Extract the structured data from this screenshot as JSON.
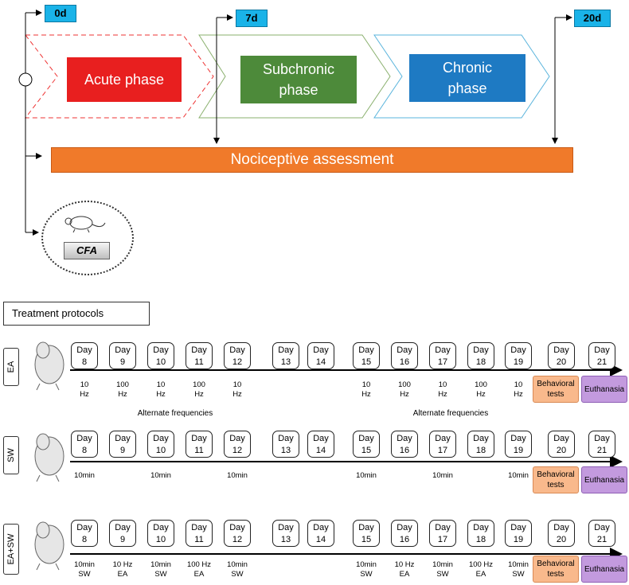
{
  "markers": {
    "start": "0d",
    "mid": "7d",
    "end": "20d"
  },
  "phases": {
    "acute": "Acute phase",
    "subchronic": "Subchronic phase",
    "chronic": "Chronic phase"
  },
  "nociceptive": "Nociceptive assessment",
  "cfa": "CFA",
  "treatment_title": "Treatment protocols",
  "day_word": "Day",
  "days": [
    "8",
    "9",
    "10",
    "11",
    "12",
    "13",
    "14",
    "15",
    "16",
    "17",
    "18",
    "19",
    "20",
    "21"
  ],
  "groups": [
    {
      "name": "EA",
      "labels": [
        [
          "10",
          "Hz"
        ],
        [
          "100",
          "Hz"
        ],
        [
          "10",
          "Hz"
        ],
        [
          "100",
          "Hz"
        ],
        [
          "10",
          "Hz"
        ],
        [
          "",
          ""
        ],
        [
          "",
          ""
        ],
        [
          "10",
          "Hz"
        ],
        [
          "100",
          "Hz"
        ],
        [
          "10",
          "Hz"
        ],
        [
          "100",
          "Hz"
        ],
        [
          "10",
          "Hz"
        ]
      ],
      "alternate": [
        "Alternate frequencies",
        "Alternate frequencies"
      ]
    },
    {
      "name": "SW",
      "labels": [
        [
          "10min",
          ""
        ],
        [
          "",
          ""
        ],
        [
          "10min",
          ""
        ],
        [
          "",
          ""
        ],
        [
          "10min",
          ""
        ],
        [
          "",
          ""
        ],
        [
          "",
          ""
        ],
        [
          "10min",
          ""
        ],
        [
          "",
          ""
        ],
        [
          "10min",
          ""
        ],
        [
          "",
          ""
        ],
        [
          "10min",
          ""
        ]
      ]
    },
    {
      "name": "EA+SW",
      "labels": [
        [
          "10min",
          "SW"
        ],
        [
          "10 Hz",
          "EA"
        ],
        [
          "10min",
          "SW"
        ],
        [
          "100 Hz",
          "EA"
        ],
        [
          "10min",
          "SW"
        ],
        [
          "",
          ""
        ],
        [
          "",
          ""
        ],
        [
          "10min",
          "SW"
        ],
        [
          "10 Hz",
          "EA"
        ],
        [
          "10min",
          "SW"
        ],
        [
          "100 Hz",
          "EA"
        ],
        [
          "10min",
          "SW"
        ]
      ]
    }
  ],
  "behavioral": "Behavioral tests",
  "euthanasia": "Euthanasia"
}
